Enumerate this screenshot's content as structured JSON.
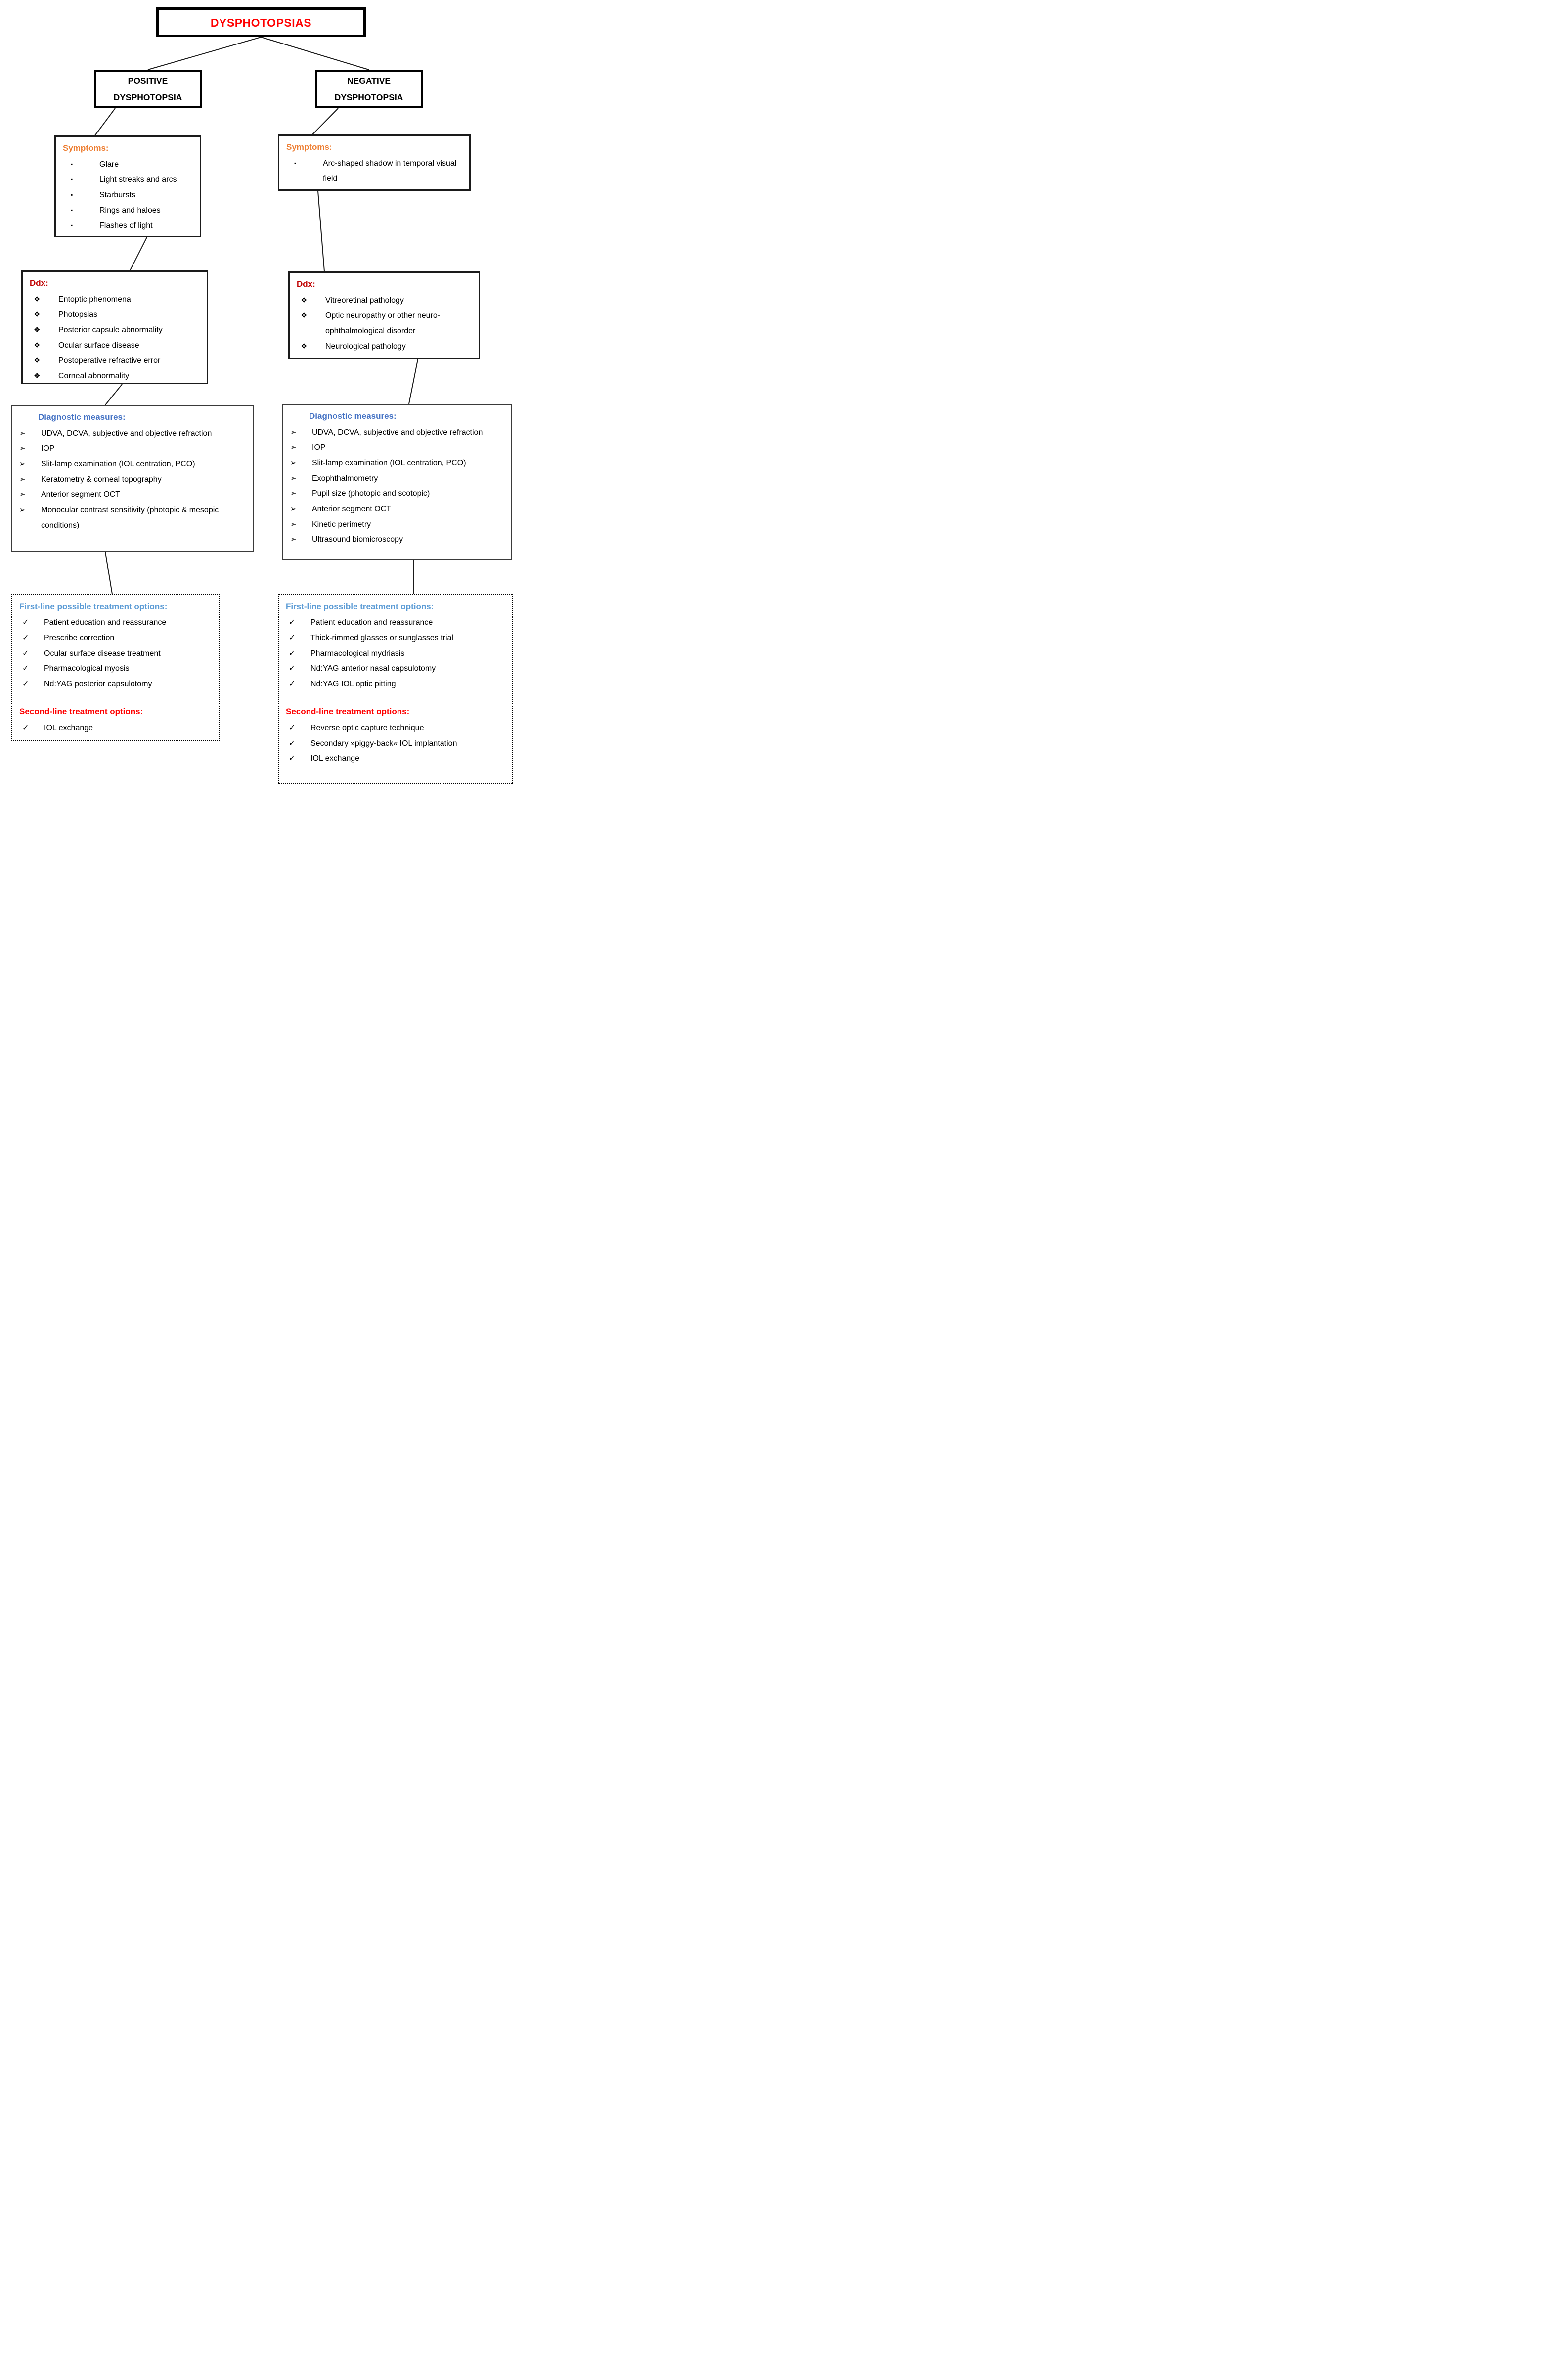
{
  "colors": {
    "title-red": "#FF0000",
    "ddx-red": "#C00000",
    "symptoms-orange": "#ED7D31",
    "diag-blue": "#4472C4",
    "firstline-blue": "#5B9BD5",
    "secondline-red": "#FF0000"
  },
  "title": "DYSPHOTOPSIAS",
  "positive": {
    "label": {
      "line1": "POSITIVE",
      "line2": "DYSPHOTOPSIA"
    },
    "symptoms": {
      "heading": "Symptoms:",
      "bullet": "▪",
      "items": [
        "Glare",
        "Light streaks and arcs",
        "Starbursts",
        "Rings and haloes",
        "Flashes of light"
      ]
    },
    "ddx": {
      "heading": "Ddx:",
      "bullet": "❖",
      "items": [
        "Entoptic phenomena",
        "Photopsias",
        "Posterior capsule abnormality",
        "Ocular surface disease",
        "Postoperative refractive error",
        "Corneal abnormality"
      ]
    },
    "diagnostics": {
      "heading": "Diagnostic measures:",
      "bullet": "➢",
      "items": [
        "UDVA, DCVA, subjective and objective refraction",
        "IOP",
        "Slit-lamp examination (IOL centration, PCO)",
        "Keratometry & corneal topography",
        "Anterior segment OCT",
        "Monocular contrast sensitivity (photopic & mesopic conditions)"
      ]
    },
    "treatment": {
      "bullet": "✓",
      "first_heading": "First-line possible treatment options:",
      "first_items": [
        "Patient education and reassurance",
        "Prescribe correction",
        "Ocular surface disease treatment",
        "Pharmacological myosis",
        "Nd:YAG posterior capsulotomy"
      ],
      "second_heading": "Second-line treatment options:",
      "second_items": [
        "IOL exchange"
      ]
    }
  },
  "negative": {
    "label": {
      "line1": "NEGATIVE",
      "line2": "DYSPHOTOPSIA"
    },
    "symptoms": {
      "heading": "Symptoms:",
      "bullet": "▪",
      "items": [
        "Arc-shaped shadow in temporal visual field"
      ]
    },
    "ddx": {
      "heading": "Ddx:",
      "bullet": "❖",
      "items": [
        "Vitreoretinal pathology",
        "Optic neuropathy or other neuro-ophthalmological disorder",
        "Neurological pathology"
      ]
    },
    "diagnostics": {
      "heading": "Diagnostic measures:",
      "bullet": "➢",
      "items": [
        "UDVA, DCVA, subjective and objective refraction",
        "IOP",
        "Slit-lamp examination (IOL centration, PCO)",
        "Exophthalmometry",
        "Pupil size (photopic and scotopic)",
        "Anterior segment OCT",
        "Kinetic perimetry",
        "Ultrasound biomicroscopy"
      ]
    },
    "treatment": {
      "bullet": "✓",
      "first_heading": "First-line possible treatment options:",
      "first_items": [
        "Patient education and reassurance",
        "Thick-rimmed glasses or sunglasses trial",
        "Pharmacological mydriasis",
        "Nd:YAG anterior nasal capsulotomy",
        "Nd:YAG IOL optic pitting"
      ],
      "second_heading": "Second-line treatment options:",
      "second_items": [
        "Reverse optic capture technique",
        "Secondary »piggy-back« IOL implantation",
        "IOL exchange"
      ]
    }
  }
}
